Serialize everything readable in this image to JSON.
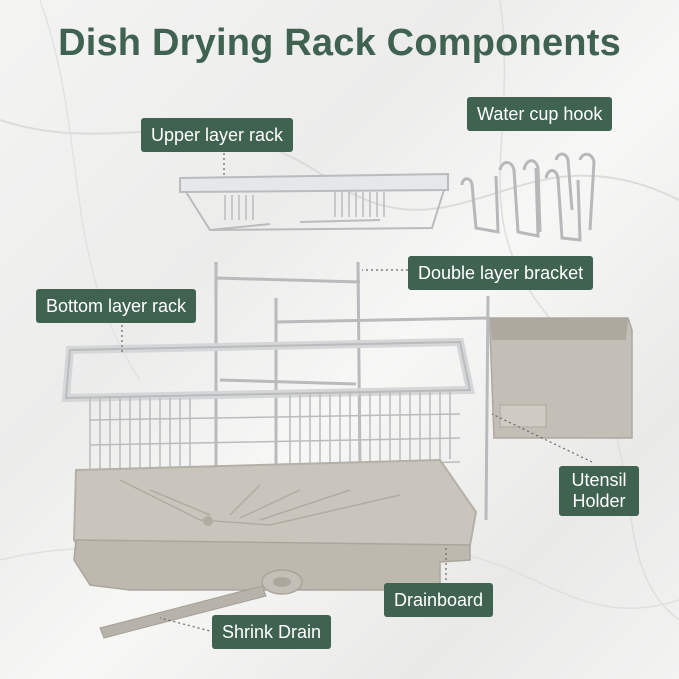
{
  "title": "Dish Drying Rack Components",
  "labels": {
    "upper_layer_rack": "Upper layer rack",
    "water_cup_hook": "Water cup hook",
    "double_layer_bracket": "Double layer bracket",
    "bottom_layer_rack": "Bottom layer rack",
    "utensil_holder_line1": "Utensil",
    "utensil_holder_line2": "Holder",
    "drainboard": "Drainboard",
    "shrink_drain": "Shrink Drain"
  },
  "colors": {
    "label_bg": "#3f6350",
    "title": "#3f6350",
    "metal": "#c9cbcd",
    "tray": "#c8c4bb"
  }
}
